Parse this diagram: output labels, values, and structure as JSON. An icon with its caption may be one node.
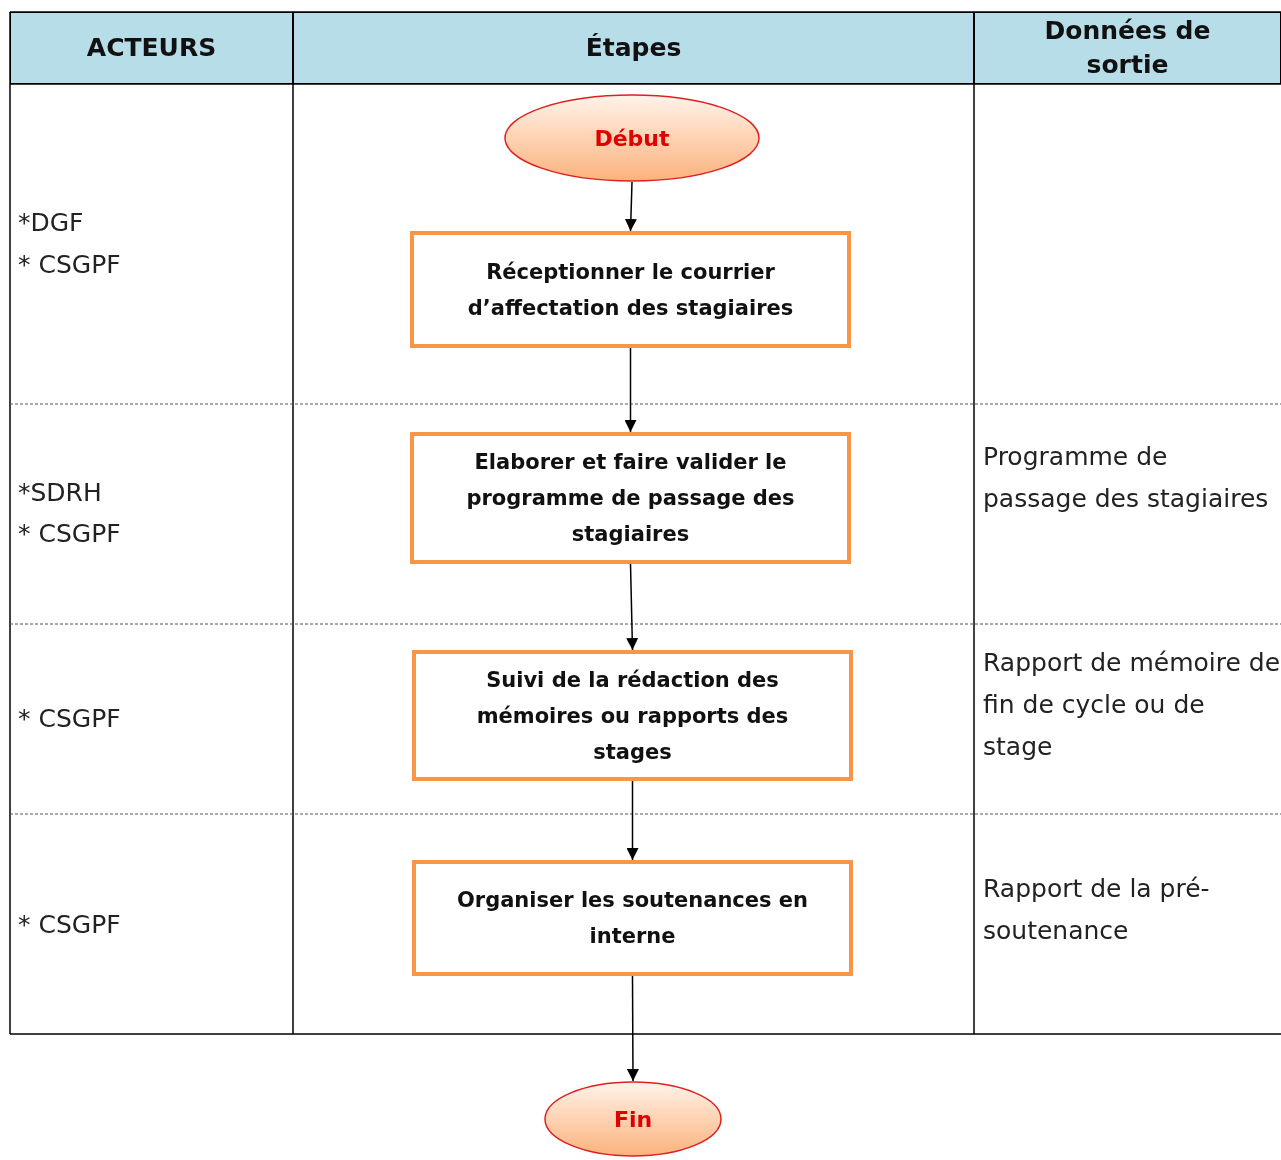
{
  "diagram": {
    "nodes": [
      {
        "text": [
          "Début"
        ]
      },
      {
        "text": [
          "Réceptionner le courrier d’affectation des stagiaires"
        ]
      },
      {
        "text": [
          "Elaborer et faire valider le programme de passage des stagiaires"
        ]
      },
      {
        "text": [
          "Suivi de la rédaction des mémoires ou rapports des stages"
        ]
      },
      {
        "text": [
          "Organiser les soutenances en interne"
        ]
      },
      {
        "text": [
          "Fin"
        ]
      }
    ],
    "edges": [
      {
        "from": 0,
        "to": 1,
        "arrow": "to"
      },
      {
        "from": 1,
        "to": 2,
        "arrow": "to"
      },
      {
        "from": 2,
        "to": 3,
        "arrow": "to"
      },
      {
        "from": 3,
        "to": 4,
        "arrow": "to"
      },
      {
        "from": 4,
        "to": 5,
        "arrow": "to"
      }
    ],
    "labels": [
      "ACTEURS",
      "Étapes",
      "Données de sortie",
      "*DGF",
      "* CSGPF",
      "*SDRH",
      "* CSGPF",
      "Programme de passage des stagiaires",
      "* CSGPF",
      "Rapport de mémoire de fin de cycle ou de stage",
      "* CSGPF",
      "Rapport de la pré-soutenance"
    ]
  }
}
